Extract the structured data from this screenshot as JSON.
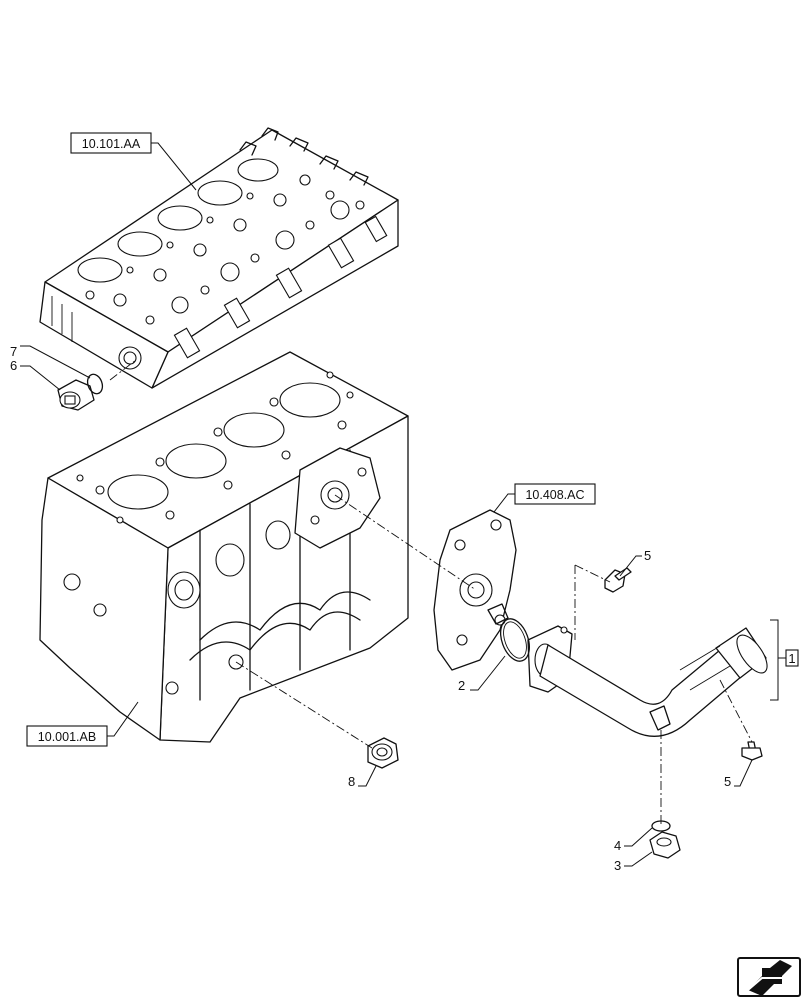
{
  "references": {
    "cylinder_head": "10.101.AA",
    "oil_pump_cover": "10.408.AC",
    "engine_block": "10.001.AB"
  },
  "callouts": {
    "item_1": "1",
    "item_2": "2",
    "item_3": "3",
    "item_4": "4",
    "item_5_top": "5",
    "item_5_bottom": "5",
    "item_6": "6",
    "item_7": "7",
    "item_8": "8"
  },
  "nav_icon": "next-page-arrow-icon"
}
